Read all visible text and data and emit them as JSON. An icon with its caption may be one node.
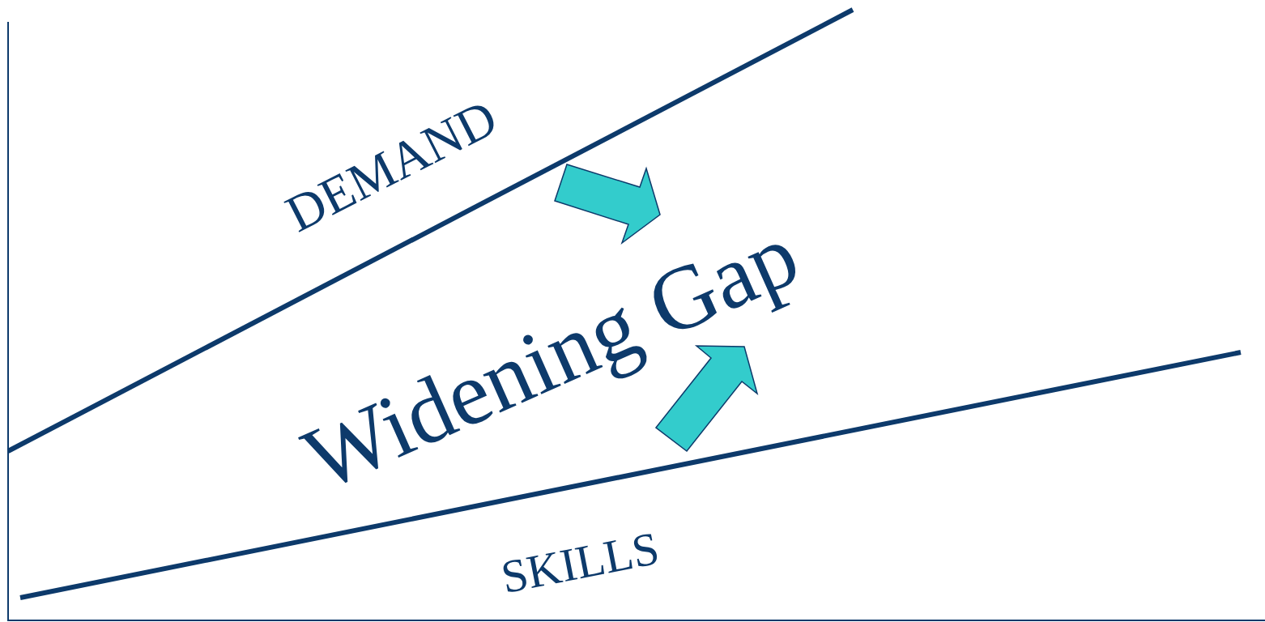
{
  "diagram": {
    "labels": [
      "DEMAND",
      "Widening Gap",
      "SKILLS"
    ]
  }
}
